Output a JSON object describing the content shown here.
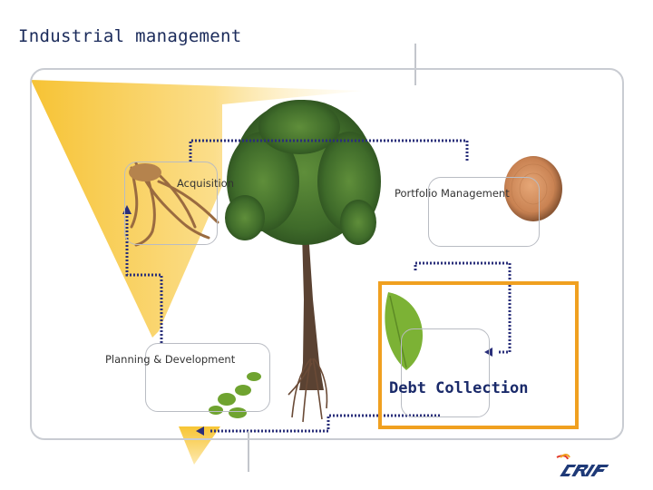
{
  "title": "Industrial management",
  "stages": {
    "acquisition": "Acquisition",
    "portfolio": "Portfolio Management",
    "planning": "Planning & Development",
    "debt": "Debt Collection"
  },
  "logo_text": "CRIF",
  "colors": {
    "accent_orange": "#f0a020",
    "cone_yellow": "#f7c534",
    "flow_dots": "#2a2f7a",
    "frame_grey": "#c9ccd2",
    "leaf_green": "#7cb235",
    "tree_green": "#3f6b2a",
    "logo_navy": "#1f3a78"
  }
}
